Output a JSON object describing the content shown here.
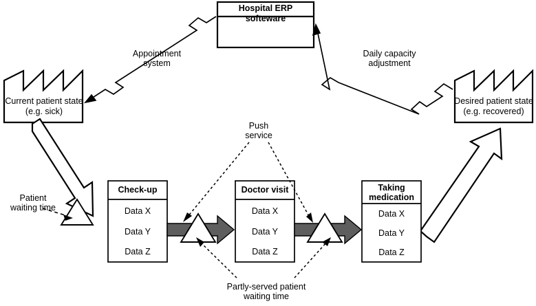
{
  "diagram": {
    "title_node": {
      "label": "Hospital ERP softeware"
    },
    "states": [
      {
        "name": "current-patient-state",
        "line1": "Current patient state",
        "line2": "(e.g. sick)"
      },
      {
        "name": "desired-patient-state",
        "line1": "Desired patient state",
        "line2": "(e.g. recovered)"
      }
    ],
    "process_boxes": [
      {
        "name": "check-up",
        "title": "Check-up",
        "rows": [
          "Data X",
          "Data Y",
          "Data Z"
        ]
      },
      {
        "name": "doctor-visit",
        "title": "Doctor visit",
        "rows": [
          "Data X",
          "Data Y",
          "Data Z"
        ]
      },
      {
        "name": "taking-medication",
        "title": "Taking medication",
        "title_line1": "Taking",
        "title_line2": "medication",
        "rows": [
          "Data X",
          "Data Y",
          "Data Z"
        ]
      }
    ],
    "flow_labels": [
      {
        "name": "appointment-system",
        "line1": "Appointment",
        "line2": "system"
      },
      {
        "name": "daily-capacity-adjustment",
        "line1": "Daily capacity",
        "line2": "adjustment"
      },
      {
        "name": "push-service",
        "line1": "Push",
        "line2": "service"
      },
      {
        "name": "patient-waiting-time",
        "line1": "Patient",
        "line2": "waiting time"
      },
      {
        "name": "partly-served-patient-waiting-time",
        "line1": "Partly-served patient",
        "line2": "waiting time"
      }
    ],
    "colors": {
      "stroke": "#000000",
      "material_arrow_fill": "#5e5e5e",
      "background": "#ffffff"
    }
  }
}
